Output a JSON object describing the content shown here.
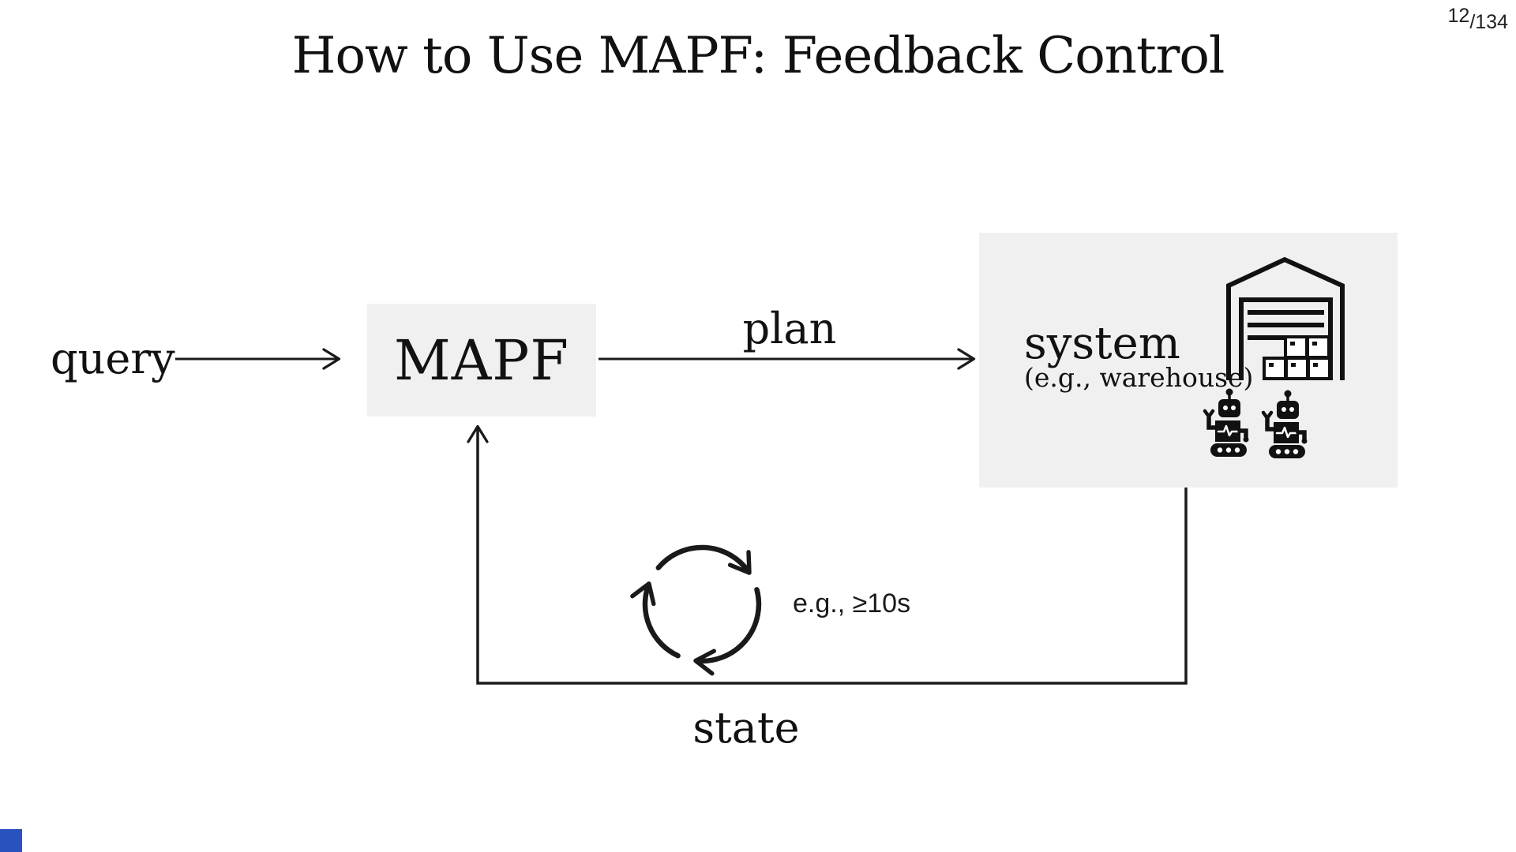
{
  "page": {
    "number_current": "12",
    "number_separator": "/",
    "number_total": "134"
  },
  "title": "How to Use MAPF: Feedback Control",
  "colors": {
    "ink": "#1a1a1a",
    "box_background": "#f0f0f0",
    "slide_background": "#ffffff",
    "progress_marker": "#2a52be"
  },
  "diagram": {
    "query_label": "query",
    "mapf_label": "MAPF",
    "plan_label": "plan",
    "system": {
      "name": "system",
      "example": "(e.g., warehouse)",
      "icons": [
        "warehouse-icon",
        "robot-icon",
        "robot-icon"
      ]
    },
    "cycle": {
      "icon": "cycle-arrows-icon",
      "note": "e.g., ≥10s"
    },
    "state_label": "state",
    "arrows": [
      "query-to-mapf-arrow",
      "mapf-to-system-plan-arrow",
      "system-to-mapf-state-feedback-arrow"
    ]
  }
}
